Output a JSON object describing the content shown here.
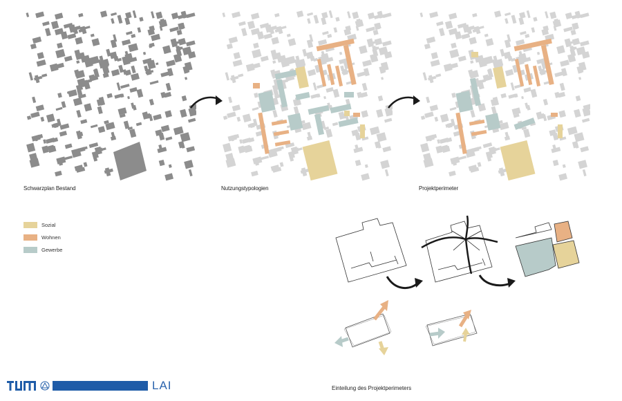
{
  "captions": {
    "map1": "Schwarzplan Bestand",
    "map2": "Nutzungstypologien",
    "map3": "Projektperimeter",
    "diagram": "Einteilung des Projektperimeters"
  },
  "legend": [
    {
      "label": "Sozial",
      "color": "#e6d39a"
    },
    {
      "label": "Wohnen",
      "color": "#e8b184"
    },
    {
      "label": "Gewerbe",
      "color": "#b7cbc9"
    }
  ],
  "logo": {
    "institute": "LAI",
    "brand_color": "#1f5ca8"
  },
  "colors": {
    "building_dark": "#8c8c8c",
    "building_light": "#d4d4d4",
    "arrow": "#1a1a1a"
  }
}
